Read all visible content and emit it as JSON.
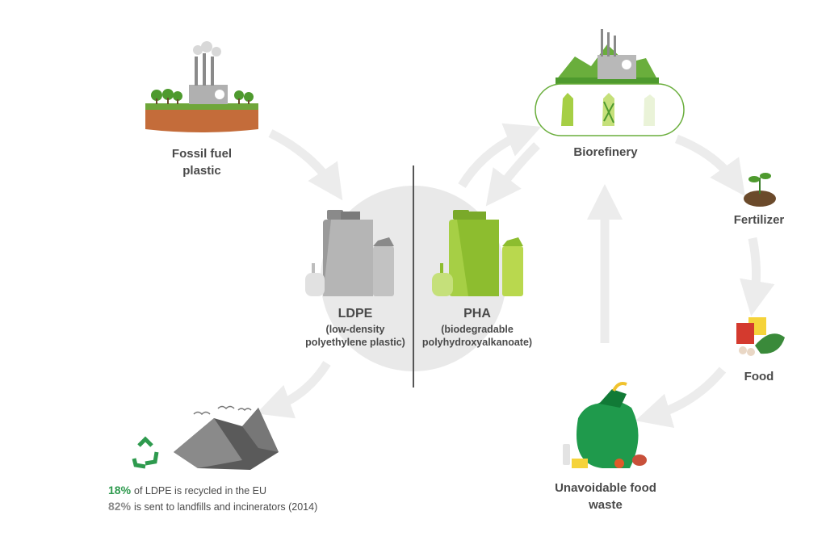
{
  "nodes": {
    "fossil": {
      "line1": "Fossil fuel",
      "line2": "plastic"
    },
    "biorefinery": {
      "label": "Biorefinery"
    },
    "fertilizer": {
      "label": "Fertilizer"
    },
    "food": {
      "label": "Food"
    },
    "food_waste": {
      "line1": "Unavoidable food",
      "line2": "waste"
    },
    "ldpe": {
      "title": "LDPE",
      "sub1": "(low-density",
      "sub2": "polyethylene plastic)"
    },
    "pha": {
      "title": "PHA",
      "sub1": "(biodegradable",
      "sub2": "polyhydroxyalkanoate)"
    }
  },
  "stats": [
    {
      "value": "18%",
      "text": "of LDPE is recycled in the EU",
      "color": "#2e9a4e"
    },
    {
      "value": "82%",
      "text": "is sent to landfills and incinerators (2014)",
      "color": "#8a8a8a"
    }
  ],
  "colors": {
    "arrow": "#ececec",
    "green_dark": "#2e9a4e",
    "green_light": "#9cc63b",
    "grey": "#9a9a9a",
    "divider": "#555555"
  }
}
